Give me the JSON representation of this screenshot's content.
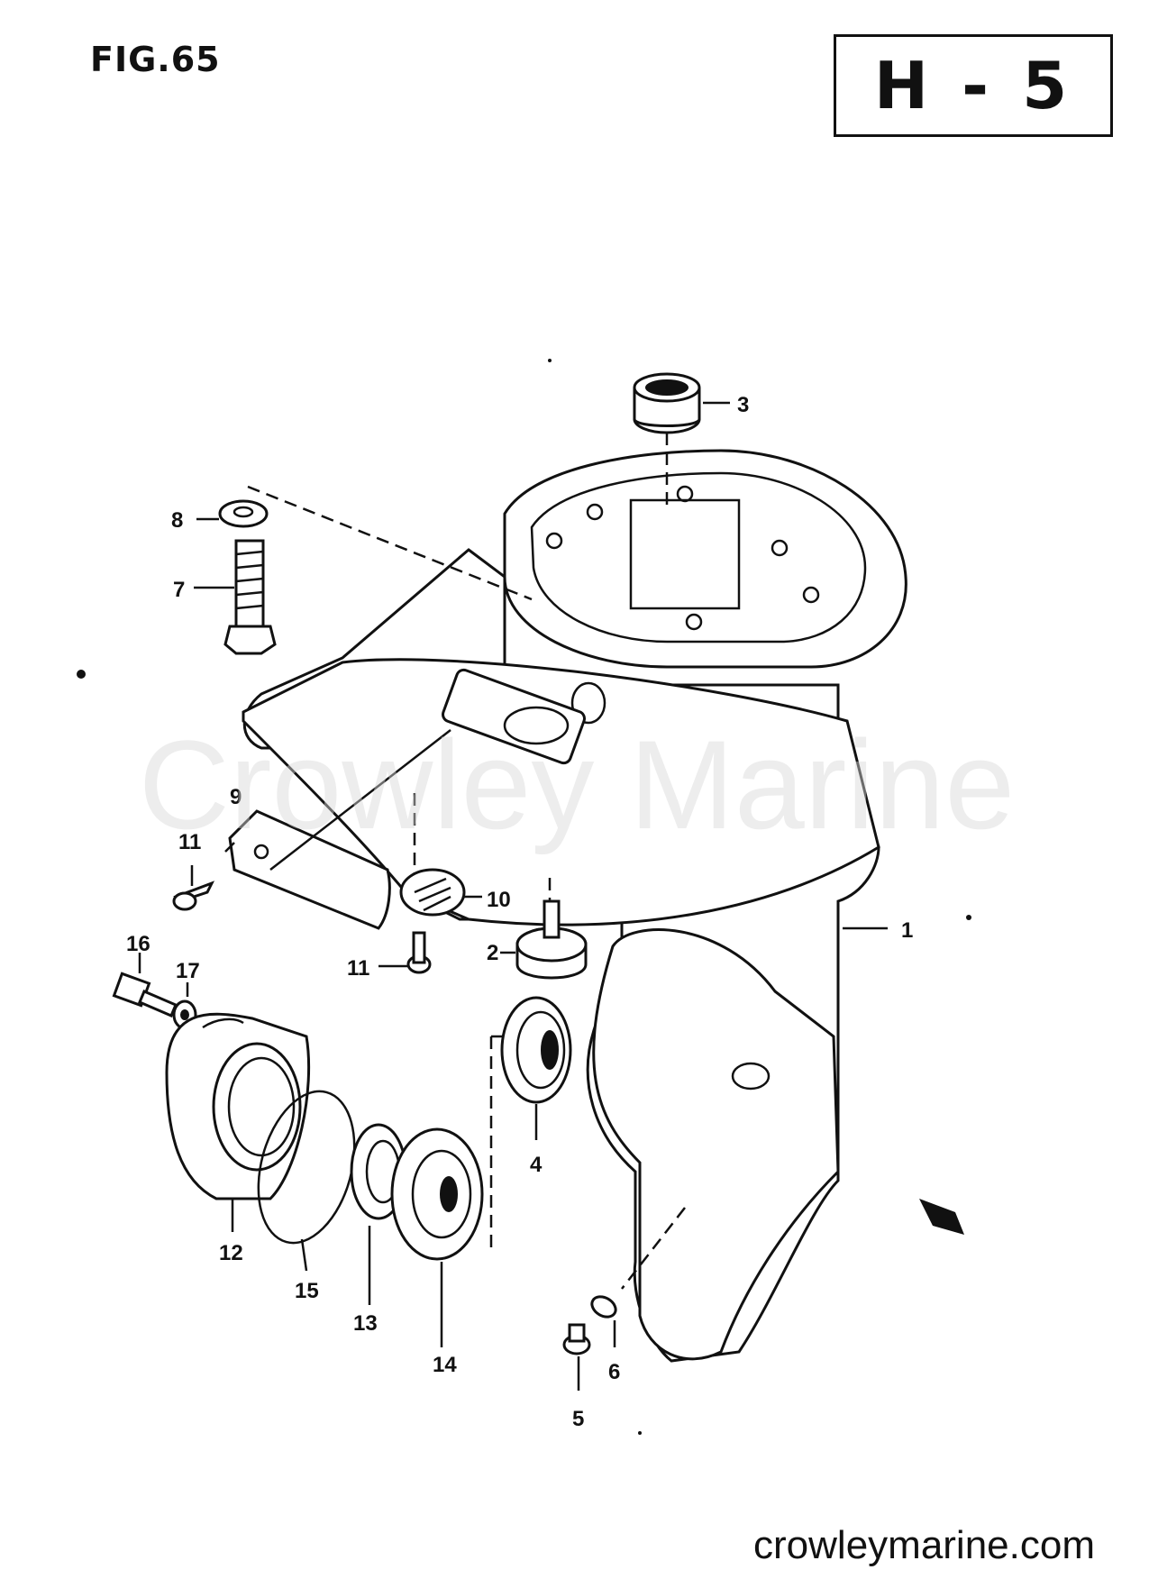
{
  "figure": {
    "label": "FIG.65",
    "section": "H - 5"
  },
  "watermark": "Crowley Marine",
  "footer": {
    "site": "crowleymarine.com"
  },
  "callouts": [
    {
      "id": "c3",
      "number": "3"
    },
    {
      "id": "c8",
      "number": "8"
    },
    {
      "id": "c7",
      "number": "7"
    },
    {
      "id": "c9",
      "number": "9"
    },
    {
      "id": "c11a",
      "number": "11"
    },
    {
      "id": "c10",
      "number": "10"
    },
    {
      "id": "c11b",
      "number": "11"
    },
    {
      "id": "c2",
      "number": "2"
    },
    {
      "id": "c1",
      "number": "1"
    },
    {
      "id": "c16",
      "number": "16"
    },
    {
      "id": "c17",
      "number": "17"
    },
    {
      "id": "c4",
      "number": "4"
    },
    {
      "id": "c12",
      "number": "12"
    },
    {
      "id": "c15",
      "number": "15"
    },
    {
      "id": "c13",
      "number": "13"
    },
    {
      "id": "c14",
      "number": "14"
    },
    {
      "id": "c6",
      "number": "6"
    },
    {
      "id": "c5",
      "number": "5"
    }
  ]
}
